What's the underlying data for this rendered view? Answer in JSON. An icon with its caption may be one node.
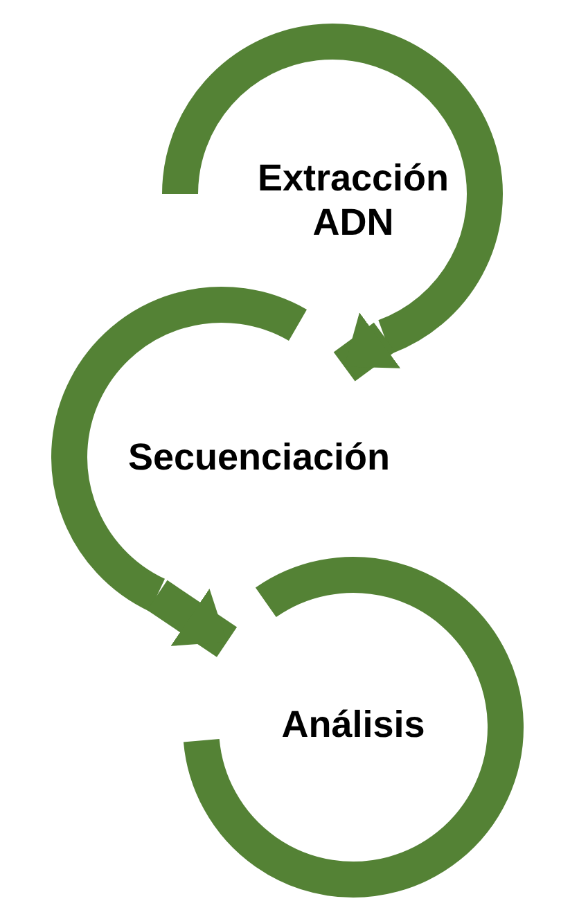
{
  "diagram": {
    "nodes": [
      {
        "text": [
          "Extracción ADN"
        ]
      },
      {
        "text": [
          "Secuenciación"
        ]
      },
      {
        "text": [
          "Análisis"
        ]
      }
    ],
    "edges": [
      {
        "from": 0,
        "to": 1,
        "arrow": "to"
      },
      {
        "from": 1,
        "to": 2,
        "arrow": "to"
      }
    ]
  }
}
